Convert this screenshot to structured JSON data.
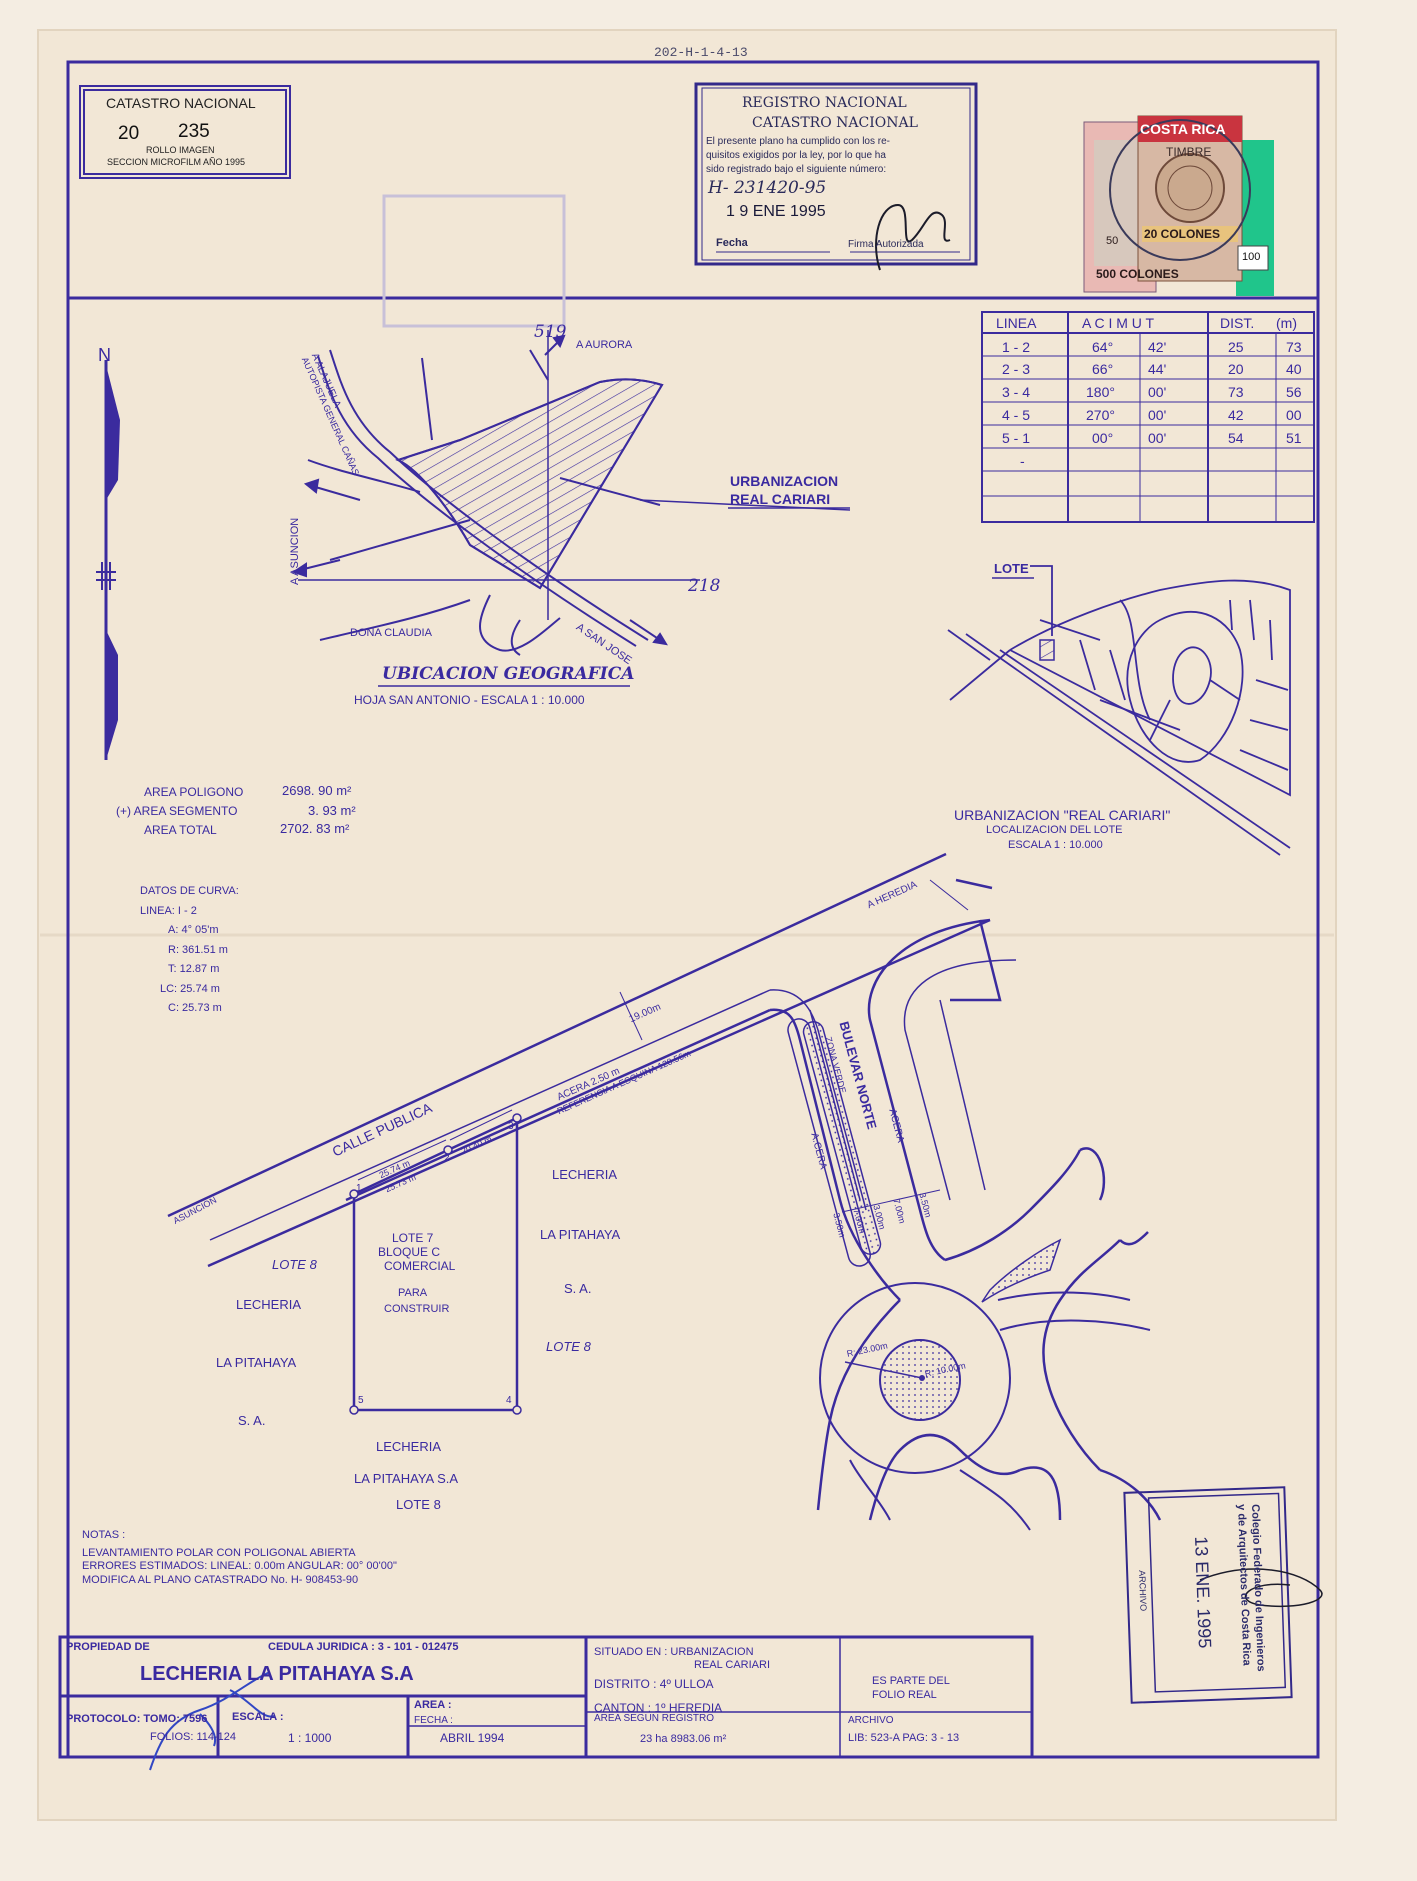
{
  "header_code": "202-H-1-4-13",
  "catastro_box": {
    "title": "CATASTRO NACIONAL",
    "number_a": "20",
    "number_b": "235",
    "line1": "ROLLO IMAGEN",
    "line2": "SECCION MICROFILM AÑO 1995"
  },
  "registro_stamp": {
    "line1": "REGISTRO NACIONAL",
    "line2": "CATASTRO NACIONAL",
    "body1": "El presente plano ha cumplido con los re-",
    "body2": "quisitos exigidos por la ley, por lo que ha",
    "body3": "sido registrado bajo el siguiente número:",
    "number": "H- 231420-95",
    "date": "1 9 ENE 1995",
    "fecha_label": "Fecha",
    "firma_label": "Firma Autorizada"
  },
  "stamps": {
    "country": "COSTA RICA",
    "kind": "TIMBRE",
    "value1": "20 COLONES",
    "value2": "500 COLONES",
    "small1": "50",
    "small2": "100"
  },
  "acimut_table": {
    "headers": [
      "LINEA",
      "A C I M U T",
      "DIST.",
      "(m)"
    ],
    "rows": [
      [
        "1  -  2",
        "64°",
        "42'",
        "25",
        "73"
      ],
      [
        "2  -  3",
        "66°",
        "44'",
        "20",
        "40"
      ],
      [
        "3  -  4",
        "180°",
        "00'",
        "73",
        "56"
      ],
      [
        "4  -  5",
        "270°",
        "00'",
        "42",
        "00"
      ],
      [
        "5  -  1",
        "00°",
        "00'",
        "54",
        "51"
      ],
      [
        "-",
        "",
        "",
        "",
        ""
      ]
    ]
  },
  "north_label": "N",
  "location_map": {
    "title": "UBICACION  GEOGRAFICA",
    "subtitle": "HOJA SAN ANTONIO    -    ESCALA  1 : 10.000",
    "label_urbanizacion": "URBANIZACION",
    "label_real_cariari": "REAL CARIARI",
    "coord_19": "519",
    "coord_18": "218",
    "to_aurora": "A AURORA",
    "to_alajuela": "A ALAJUELA",
    "autopista": "AUTOPISTA GENERAL CAÑAS",
    "to_asuncion": "A  ASUNCION",
    "dona_claudia": "DONA CLAUDIA",
    "to_san_jose": "A SAN JOSE"
  },
  "lote_map": {
    "lote_label": "LOTE",
    "title": "URBANIZACION  \"REAL CARIARI\"",
    "subtitle": "LOCALIZACION  DEL  LOTE",
    "scale": "ESCALA 1 : 10.000"
  },
  "areas": {
    "row1_label": "AREA  POLIGONO",
    "row1_value": "2698. 90 m²",
    "row2_label": "(+) AREA  SEGMENTO",
    "row2_value": "3. 93 m²",
    "row3_label": "AREA  TOTAL",
    "row3_value": "2702. 83 m²"
  },
  "curve_data": {
    "title": "DATOS  DE  CURVA:",
    "lines": [
      "LINEA:  I - 2",
      "A:  4° 05'm",
      "R:  361.51 m",
      "T:  12.87 m",
      "LC:  25.74 m",
      "C:  25.73 m"
    ]
  },
  "plan": {
    "a_heredia": "A HEREDIA",
    "calle_publica": "CALLE   PUBLICA",
    "dim_19": "19.00m",
    "acera": "ACERA  2.50 m",
    "referencia": "REFERENCIA  A  ESQUINA  128.56m",
    "asuncion": "ASUNCION",
    "seg_1_2_a": "25.74 m",
    "seg_1_2_b": "25.73 m",
    "seg_2_3": "20.40 m",
    "v1": "1",
    "v2": "2",
    "v3": "3",
    "v4": "4",
    "v5": "5",
    "lote7_1": "LOTE  7",
    "lote7_2": "BLOQUE  C",
    "lote7_3": "COMERCIAL",
    "lote7_4": "PARA",
    "lote7_5": "CONSTRUIR",
    "right_lecheria": "LECHERIA",
    "right_pitahaya": "LA  PITAHAYA",
    "right_sa": "S. A.",
    "right_lote8": "LOTE  8",
    "left_lote8": "LOTE  8",
    "left_lecheria": "LECHERIA",
    "left_pitahaya": "LA  PITAHAYA",
    "left_sa": "S.  A.",
    "bottom_lecheria": "LECHERIA",
    "bottom_pitahaya": "LA  PITAHAYA  S.A",
    "bottom_lote8": "LOTE  8",
    "bulevar": "BULEVAR  NORTE",
    "zona_verde": "ZONA  VERDE",
    "acera_l": "A.CERA",
    "acera_r": "ACERA",
    "w350a": "3.50m",
    "w700a": "7.00m",
    "w300": "3.00m",
    "w700b": "7.00m",
    "w350b": "3.50m",
    "r23": "R: 23.00m",
    "r10": "R: 10.00m"
  },
  "notes": {
    "title": "NOTAS :",
    "line1": "LEVANTAMIENTO POLAR CON POLIGONAL ABIERTA",
    "line2": "ERRORES ESTIMADOS:  LINEAL: 0.00m  ANGULAR: 00° 00'00\"",
    "line3": "MODIFICA AL PLANO CATASTRADO No.  H- 908453-90"
  },
  "colegio_stamp": {
    "line1": "Colegio Federado de Ingenieros",
    "line2": "y de Arquitectos de Costa Rica",
    "date": "13 ENE. 1995",
    "side": "ARCHIVO"
  },
  "title_block": {
    "propiedad_label": "PROPIEDAD  DE",
    "cedula": "CEDULA  JURIDICA :  3 - 101 - 012475",
    "owner": "LECHERIA  LA  PITAHAYA  S.A",
    "protocolo": "PROTOCOLO:  TOMO:  7596",
    "folios": "FOLIOS: 114-124",
    "escala_label": "ESCALA :",
    "escala_value": "1 : 1000",
    "area_label": "AREA :",
    "fecha_label": "FECHA :",
    "fecha_value": "ABRIL  1994",
    "situado": "SITUADO  EN :  URBANIZACION",
    "situado2": "REAL  CARIARI",
    "distrito": "DISTRITO :  4º  ULLOA",
    "canton": "CANTON :  1º  HEREDIA",
    "area_registro": "AREA  SEGUN  REGISTRO",
    "area_registro_value": "23 ha  8983.06 m²",
    "parte1": "ES  PARTE  DEL",
    "parte2": "FOLIO  REAL",
    "archivo": "ARCHIVO",
    "lib": "LIB:  523-A    PAG:  3 - 13"
  }
}
